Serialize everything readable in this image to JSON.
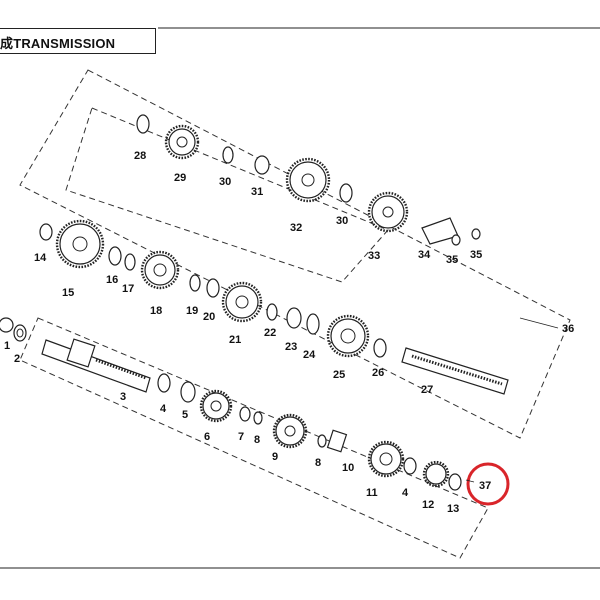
{
  "header": {
    "title": "成TRANSMISSION"
  },
  "callout": {
    "color": "#d9252a"
  },
  "parts": [
    {
      "num": "1"
    },
    {
      "num": "2"
    },
    {
      "num": "3"
    },
    {
      "num": "4"
    },
    {
      "num": "5"
    },
    {
      "num": "6"
    },
    {
      "num": "7"
    },
    {
      "num": "8"
    },
    {
      "num": "9"
    },
    {
      "num": "8"
    },
    {
      "num": "10"
    },
    {
      "num": "11"
    },
    {
      "num": "4"
    },
    {
      "num": "12"
    },
    {
      "num": "13"
    },
    {
      "num": "14"
    },
    {
      "num": "15"
    },
    {
      "num": "16"
    },
    {
      "num": "17"
    },
    {
      "num": "18"
    },
    {
      "num": "19"
    },
    {
      "num": "20"
    },
    {
      "num": "21"
    },
    {
      "num": "22"
    },
    {
      "num": "23"
    },
    {
      "num": "24"
    },
    {
      "num": "25"
    },
    {
      "num": "26"
    },
    {
      "num": "27"
    },
    {
      "num": "28"
    },
    {
      "num": "29"
    },
    {
      "num": "30"
    },
    {
      "num": "31"
    },
    {
      "num": "32"
    },
    {
      "num": "30"
    },
    {
      "num": "33"
    },
    {
      "num": "34"
    },
    {
      "num": "35"
    },
    {
      "num": "35"
    },
    {
      "num": "36"
    },
    {
      "num": "37"
    }
  ]
}
